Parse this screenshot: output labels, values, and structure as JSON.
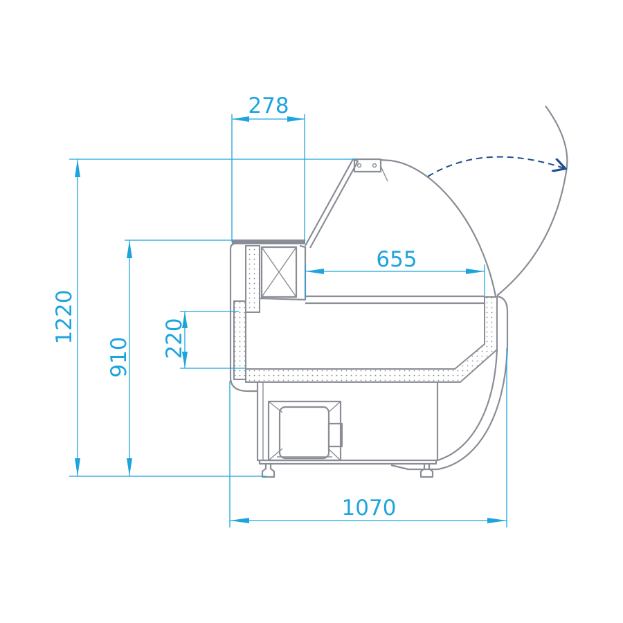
{
  "drawing": {
    "title": "Display counter side view",
    "dimensions": {
      "top_shelf_width": "278",
      "display_depth": "655",
      "total_height": "1220",
      "counter_height": "910",
      "front_panel_height": "220",
      "total_depth": "1070"
    },
    "colors": {
      "dimension": "#1ea4dd",
      "outline": "#8a8d96",
      "glass_motion": "#1f4e8c"
    }
  }
}
